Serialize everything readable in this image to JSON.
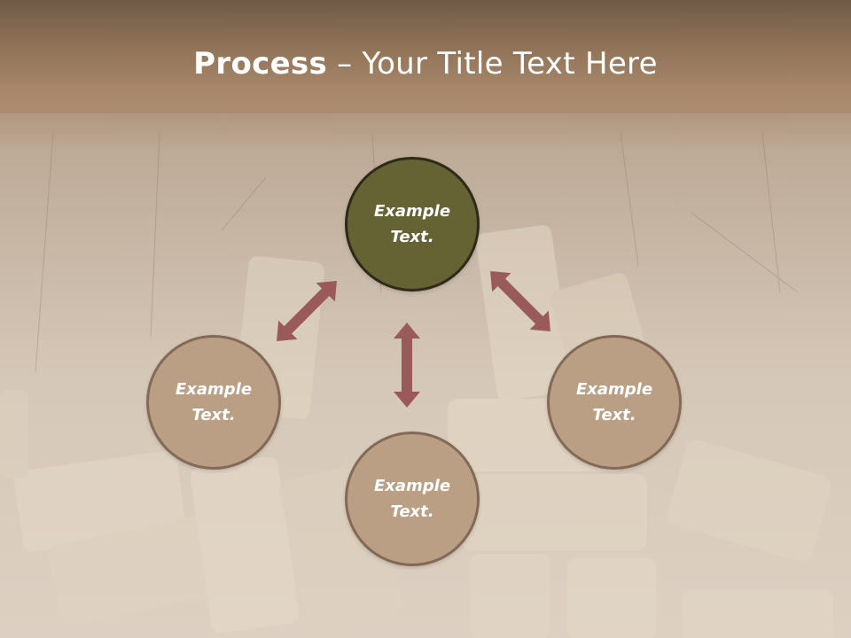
{
  "slide": {
    "title_bold": "Process",
    "title_rest": " – Your Title Text Here"
  },
  "diagram": {
    "center": {
      "label_line1": "Example",
      "label_line2": "Text."
    },
    "nodes": [
      {
        "id": "left",
        "label_line1": "Example",
        "label_line2": "Text."
      },
      {
        "id": "right",
        "label_line1": "Example",
        "label_line2": "Text."
      },
      {
        "id": "bottom",
        "label_line1": "Example",
        "label_line2": "Text."
      }
    ]
  },
  "colors": {
    "center_fill": "#656234",
    "center_border": "#2e2a1a",
    "node_fill": "#bb9f84",
    "node_border": "#826a56",
    "arrow": "#9a5a5a",
    "header": "#8f7257"
  }
}
